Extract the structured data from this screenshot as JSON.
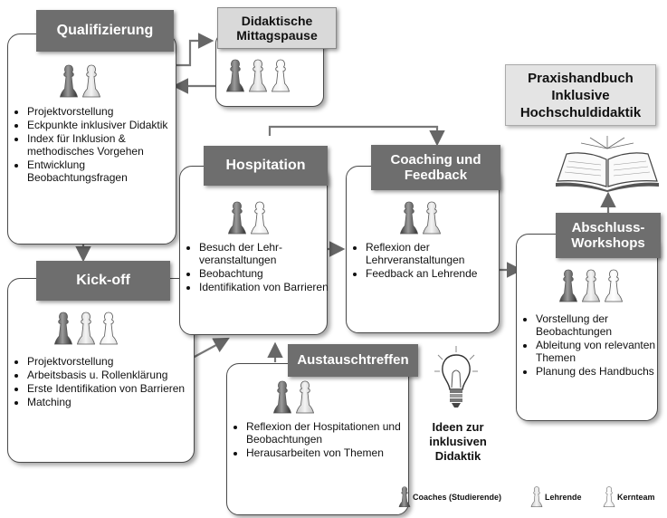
{
  "boxes": {
    "qualifizierung": {
      "title": "Qualifizierung",
      "items": [
        "Projektvorstellung",
        "Eckpunkte inklusiver Didaktik",
        "Index für Inklusion & methodisches Vorgehen",
        "Entwicklung Beobachtungsfragen"
      ]
    },
    "mittagspause": {
      "title": "Didaktische Mittagspause"
    },
    "kickoff": {
      "title": "Kick-off",
      "items": [
        "Projektvorstellung",
        "Arbeitsbasis u. Rollenklärung",
        "Erste Identifikation von Barrieren",
        "Matching"
      ]
    },
    "hospitation": {
      "title": "Hospitation",
      "items": [
        "Besuch der Lehr-veranstaltungen",
        "Beobachtung",
        "Identifikation von Barrieren"
      ]
    },
    "coaching": {
      "title": "Coaching und Feedback",
      "items": [
        "Reflexion der Lehrveranstaltungen",
        "Feedback an Lehrende"
      ]
    },
    "austausch": {
      "title": "Austauschtreffen",
      "items": [
        "Reflexion der Hospitationen und Beobachtungen",
        "Herausarbeiten von Themen"
      ]
    },
    "abschluss": {
      "title": "Abschluss-Workshops",
      "items": [
        "Vorstellung der Beobachtungen",
        "Ableitung von relevanten Themen",
        "Planung des Handbuchs"
      ]
    }
  },
  "praxis_title": "Praxishandbuch Inklusive Hochschuldidaktik",
  "ideas": "Ideen zur inklusiven Didaktik",
  "legend": {
    "coaches": "Coaches (Studierende)",
    "lehrende": "Lehrende",
    "kernteam": "Kernteam"
  },
  "colors": {
    "tab": "#6e6e6e",
    "tab_light": "#d9d9d9",
    "border": "#4a4a4a"
  },
  "icons": [
    "pawn-dark-icon",
    "pawn-light-icon",
    "pawn-white-icon",
    "book-icon",
    "lightbulb-icon"
  ]
}
